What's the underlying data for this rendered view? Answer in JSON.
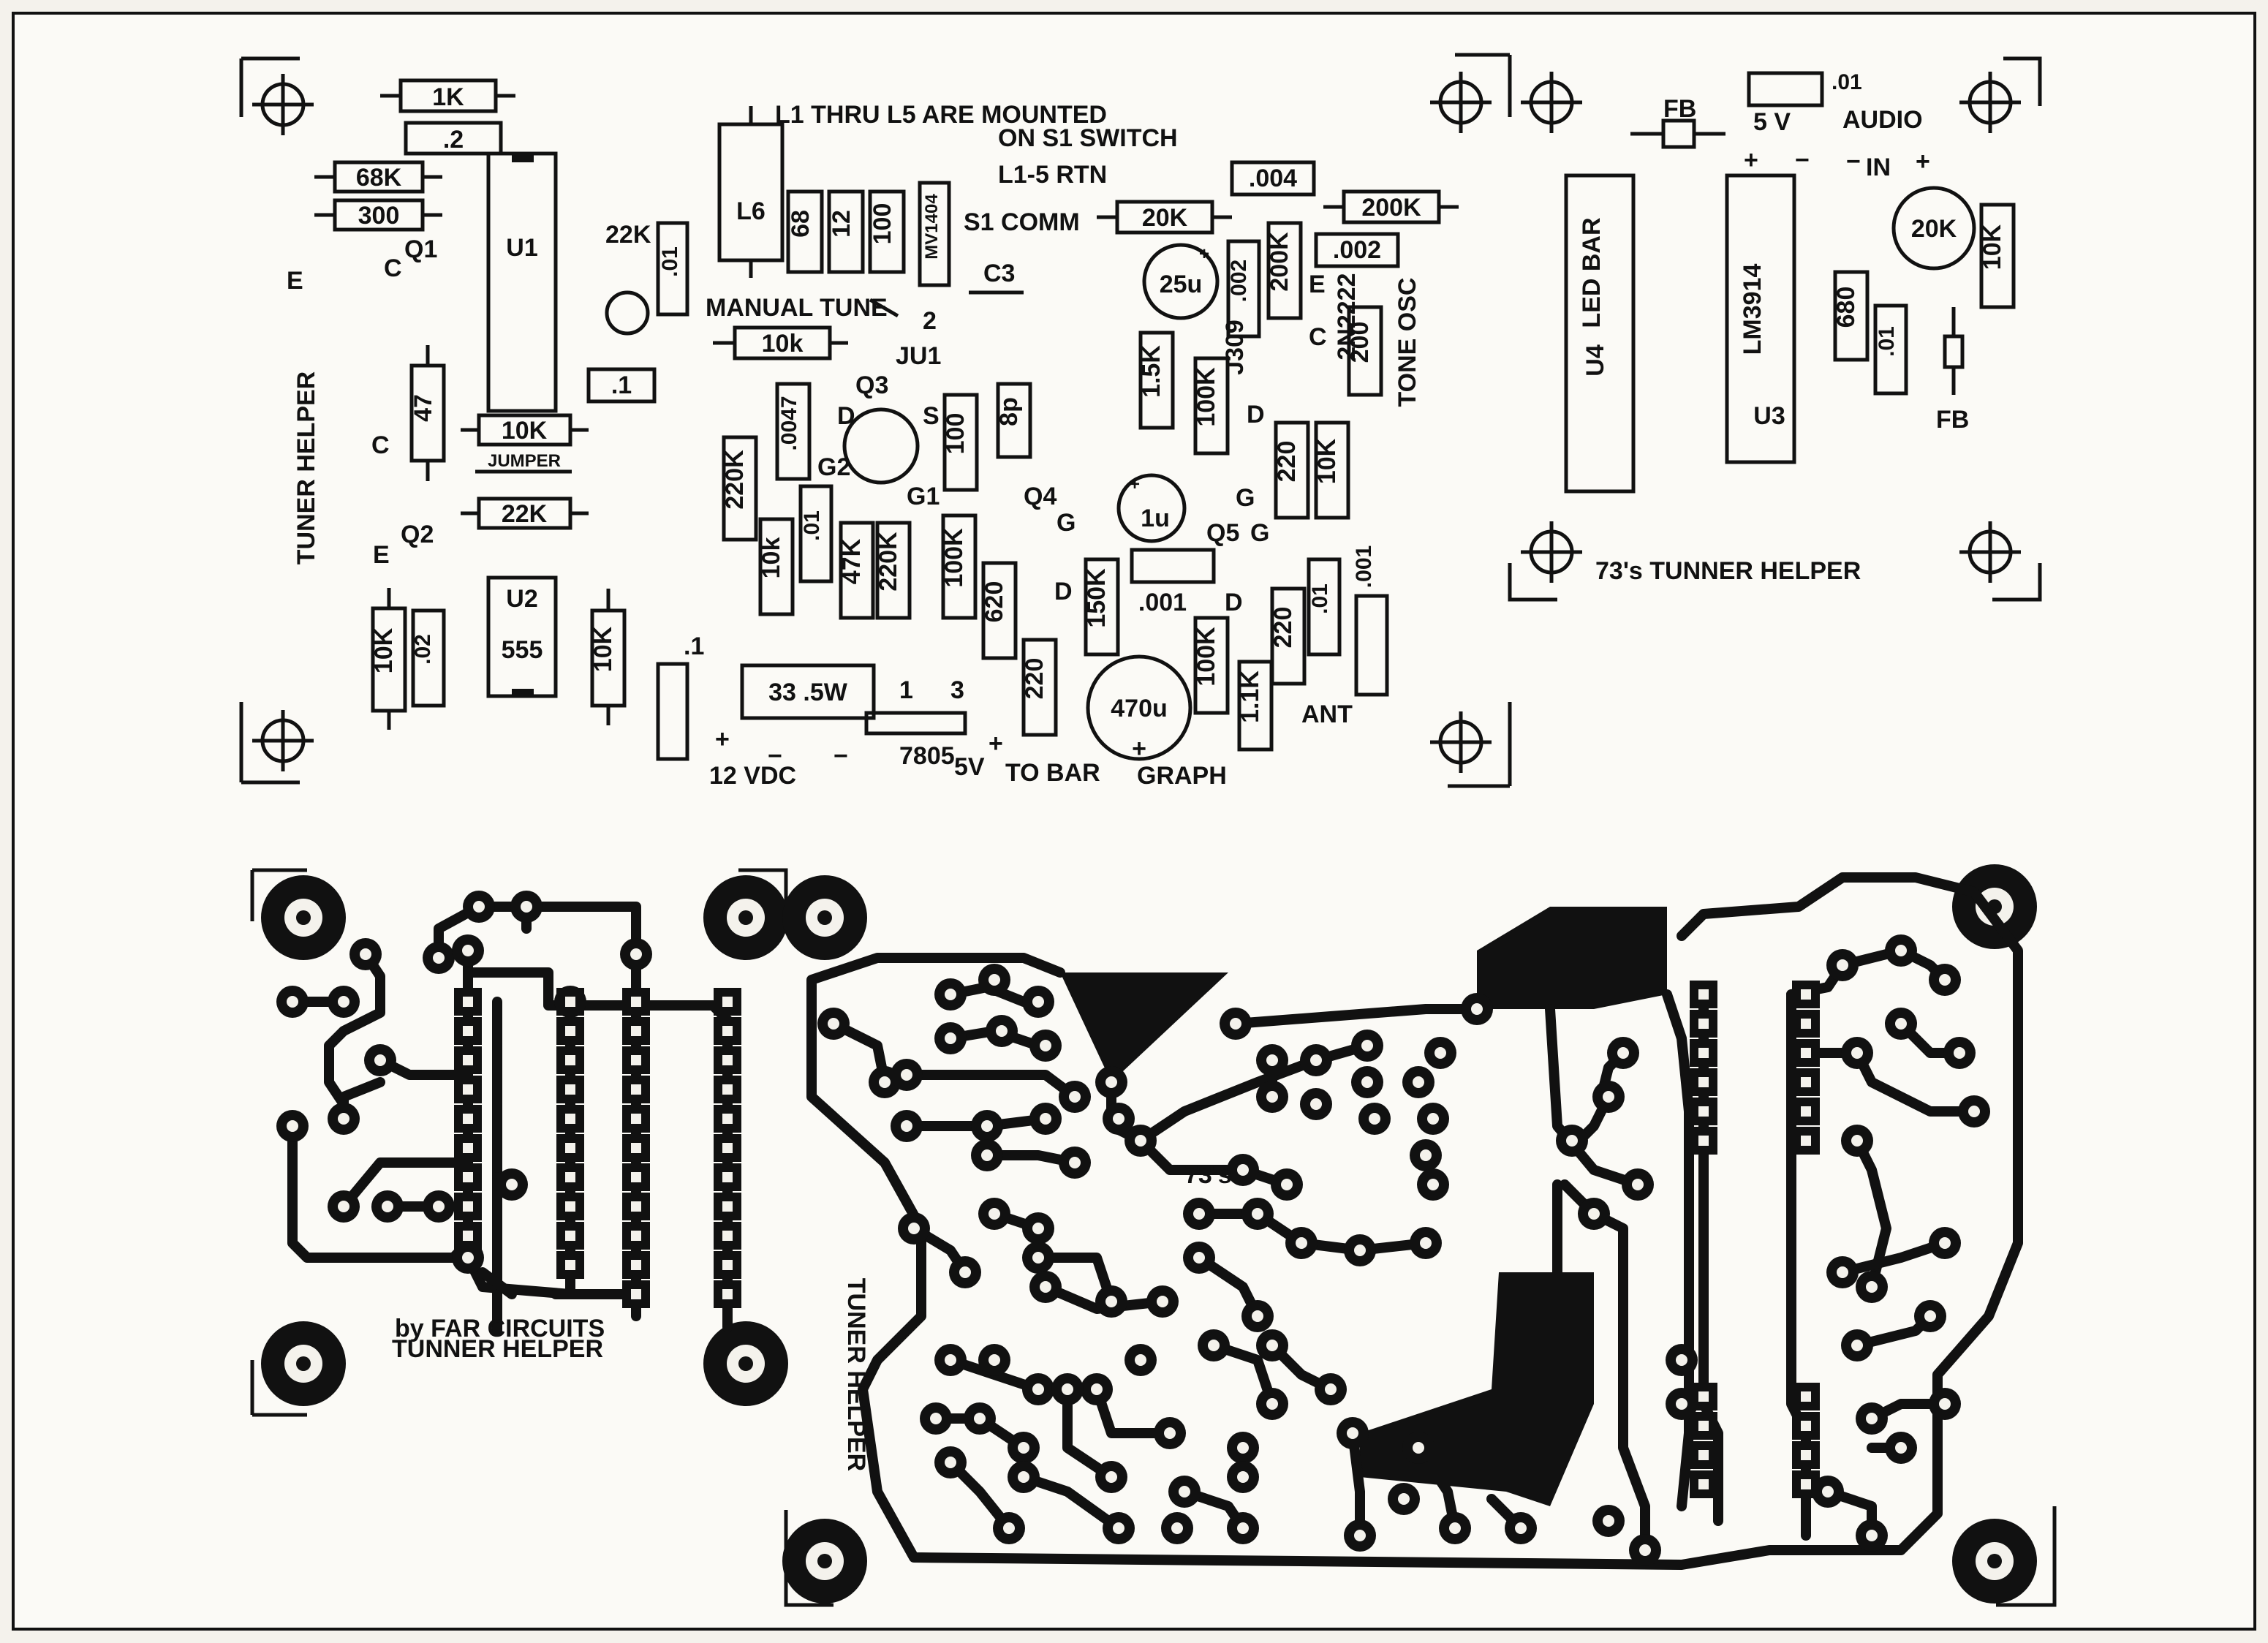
{
  "overlay": {
    "top_left": {
      "board_title": "TUNER HELPER",
      "parts": {
        "r_1k": "1K",
        "c_02_top": ".2",
        "r_68k": "68K",
        "r_300": "300",
        "q1": "Q1",
        "q1_c": "C",
        "q1_e": "E",
        "u1": "U1",
        "r_22k_top": "22K",
        "c_01": ".01",
        "c_left": "C",
        "r_47": "47",
        "r_10k_jumper": "10K",
        "jumper": "JUMPER",
        "c_1_mid": ".1",
        "r_22k": "22K",
        "q2": "Q2",
        "q2_e": "E",
        "r_10k_bl": "10K",
        "c_02": ".02",
        "u2": "U2",
        "ic_555": "555",
        "r_10k_br": "10K",
        "c_1_bot": ".1"
      }
    },
    "top_middle": {
      "note_1": "L1 THRU L5 ARE MOUNTED",
      "note_2": "ON S1 SWITCH",
      "l1_5_rtn": "L1-5 RTN",
      "s1_comm": "S1 COMM",
      "l6": "L6",
      "r_68": "68",
      "r_12": "12",
      "r_100": "100",
      "mv1404": "MV1404",
      "manual_tune": "MANUAL TUNE",
      "pin_2": "2",
      "c3": "C3",
      "ju1": "JU1",
      "r_10k": "10k",
      "c_004": ".004",
      "r_20k": "20K",
      "r_200k": "200K",
      "c_002": ".002",
      "c_25u": "25u",
      "c_002_v": ".002",
      "r_200k_v": "200K",
      "q5_e": "E",
      "transistor": "2N2222",
      "r_200": "200",
      "tone_osc": "TONE OSC",
      "j309": "J309",
      "r_1_5k": "1.5K",
      "r_100k_a": "100K",
      "pin_d_a": "D",
      "pin_c": "C",
      "r_220_a": "220",
      "r_10k_b": "10K",
      "q3": "Q3",
      "c_0047": ".0047",
      "pin_d_b": "D",
      "pin_s": "S",
      "pin_g2": "G2",
      "pin_g1": "G1",
      "r_100_b": "100",
      "c_8p": "8p",
      "q4": "Q4",
      "pin_g_a": "G",
      "c_1u": "1u",
      "pin_g_b": "G",
      "q5": "Q5",
      "pin_g_c": "G",
      "r_220k": "220K",
      "r_10k_c": "10k",
      "c_01_b": ".01",
      "r_47k": "47K",
      "r_220k_b": "220K",
      "r_100k_b": "100K",
      "r_620": "620",
      "pin_d_c": "D",
      "r_150k": "150K",
      "c_001_b": ".001",
      "pin_d_d": "D",
      "r_100k_c": "100K",
      "r_220_b": "220",
      "c_01_c": ".01",
      "c_001_c": ".001",
      "r_33": "33 .5W",
      "pin_1": "1",
      "pin_3": "3",
      "r_220_c": "220",
      "c_470u": "470u",
      "r_1_1k": "1.1K",
      "ant": "ANT",
      "plus_a": "+",
      "minus_a": "−",
      "vdc": "12 VDC",
      "minus_b": "−",
      "reg": "7805",
      "v5": "5V",
      "plus_b": "+",
      "to_bar": "TO BAR",
      "graph": "GRAPH",
      "plus_c": "+"
    },
    "top_right": {
      "c_01": ".01",
      "fb_top": "FB",
      "v5": "5 V",
      "audio": "AUDIO",
      "sign_plus_a": "+",
      "sign_minus_a": "−",
      "sign_minus_b": "−",
      "in": "IN",
      "sign_plus_b": "+",
      "led_bar": "LED BAR",
      "u4": "U4",
      "lm3914": "LM3914",
      "u3": "U3",
      "r_20k": "20K",
      "r_10k": "10K",
      "r_680": "680",
      "c_01_b": ".01",
      "fb": "FB",
      "title": "73's TUNNER HELPER"
    }
  },
  "pcb": {
    "small_board_label_1": "by FAR CIRCUITS",
    "small_board_label_2": "TUNNER HELPER",
    "main_board_side_label": "TUNER HELPER",
    "main_board_mark": "73's"
  }
}
